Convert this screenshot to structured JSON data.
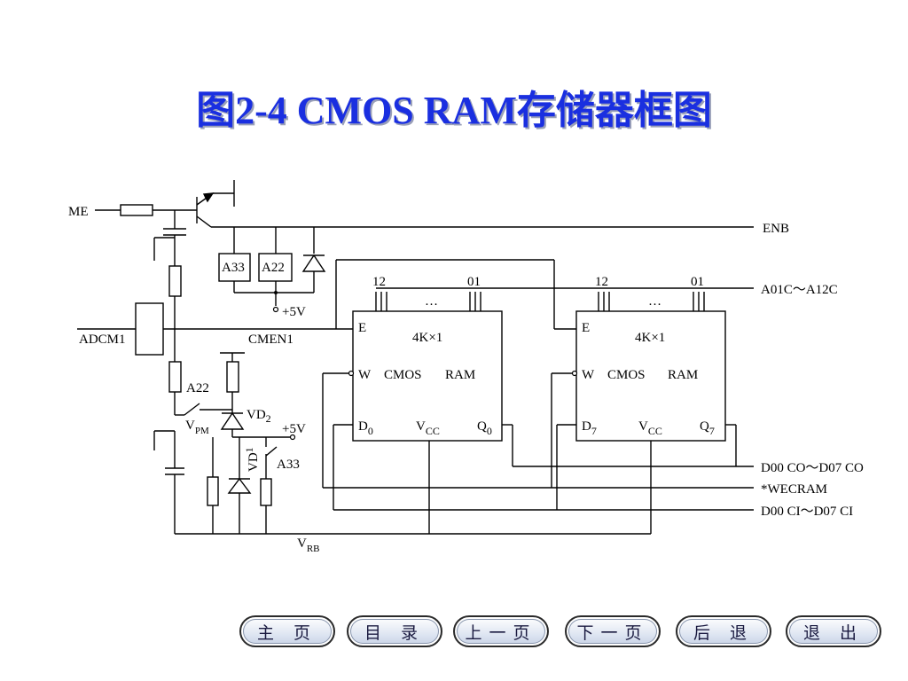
{
  "title": "图2-4  CMOS RAM存储器框图",
  "labels": {
    "me": "ME",
    "enb": "ENB",
    "a33_box": "A33",
    "a22_box": "A22",
    "plus5v_top": "+5V",
    "adcm1": "ADCM1",
    "cmen1": "CMEN1",
    "a22": "A22",
    "vd2": "VD",
    "vd2_sub": "2",
    "vpm": "V",
    "vpm_sub": "PM",
    "plus5v_mid": "+5V",
    "vd1": "VD",
    "vd1_sub": "1",
    "a33": "A33",
    "vrb": "V",
    "vrb_sub": "RB",
    "addr_bus": "A01C～A12C",
    "data_out_bus": "D00 CO～D07 CO",
    "wecram": "*WECRAM",
    "data_in_bus": "D00 CI～D07 CI"
  },
  "chips": [
    {
      "pin_left": "12",
      "pin_right": "01",
      "dots": "…",
      "e": "E",
      "size": "4K×1",
      "w": "W",
      "cmos": "CMOS",
      "ram": "RAM",
      "d": "D",
      "d_sub": "0",
      "vcc": "V",
      "vcc_sub": "CC",
      "q": "Q",
      "q_sub": "0"
    },
    {
      "pin_left": "12",
      "pin_right": "01",
      "dots": "…",
      "e": "E",
      "size": "4K×1",
      "w": "W",
      "cmos": "CMOS",
      "ram": "RAM",
      "d": "D",
      "d_sub": "7",
      "vcc": "V",
      "vcc_sub": "CC",
      "q": "Q",
      "q_sub": "7"
    }
  ],
  "nav": [
    "主 页",
    "目 录",
    "上一页",
    "下一页",
    "后 退",
    "退 出"
  ]
}
